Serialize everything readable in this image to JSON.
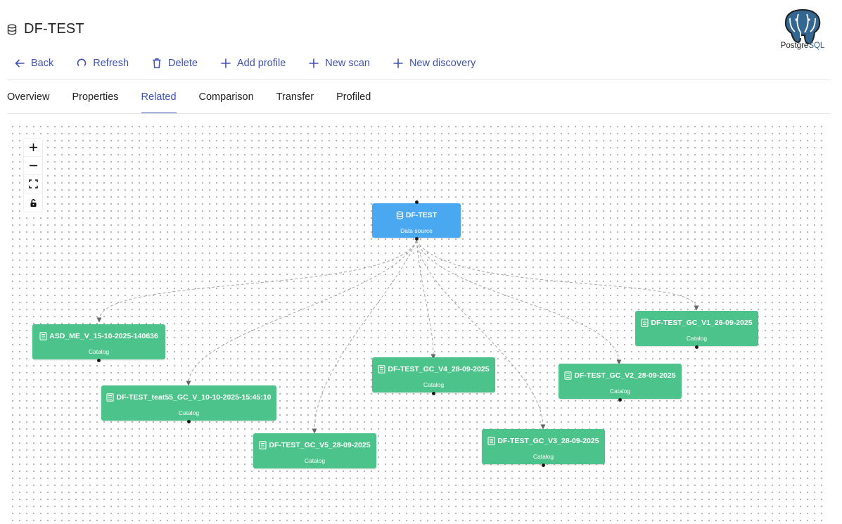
{
  "header": {
    "title": "DF-TEST"
  },
  "logo": {
    "part1": "Postgre",
    "part2": "SQL"
  },
  "toolbar": {
    "back": "Back",
    "refresh": "Refresh",
    "delete": "Delete",
    "add_profile": "Add profile",
    "new_scan": "New scan",
    "new_discovery": "New discovery"
  },
  "tabs": [
    "Overview",
    "Properties",
    "Related",
    "Comparison",
    "Transfer",
    "Profiled"
  ],
  "active_tab": "Related",
  "graph": {
    "source": {
      "title": "DF-TEST",
      "subtitle": "Data source"
    },
    "catalogs": [
      {
        "title": "ASD_ME_V_15-10-2025-140636",
        "subtitle": "Catalog"
      },
      {
        "title": "DF-TEST_teat55_GC_V_10-10-2025-15:45:10",
        "subtitle": "Catalog"
      },
      {
        "title": "DF-TEST_GC_V5_28-09-2025",
        "subtitle": "Catalog"
      },
      {
        "title": "DF-TEST_GC_V4_28-09-2025",
        "subtitle": "Catalog"
      },
      {
        "title": "DF-TEST_GC_V3_28-09-2025",
        "subtitle": "Catalog"
      },
      {
        "title": "DF-TEST_GC_V2_28-09-2025",
        "subtitle": "Catalog"
      },
      {
        "title": "DF-TEST_GC_V1_26-09-2025",
        "subtitle": "Catalog"
      }
    ]
  },
  "colors": {
    "accent": "#3f51b5",
    "catalog": "#4cc38a",
    "source": "#4aa8f0"
  }
}
